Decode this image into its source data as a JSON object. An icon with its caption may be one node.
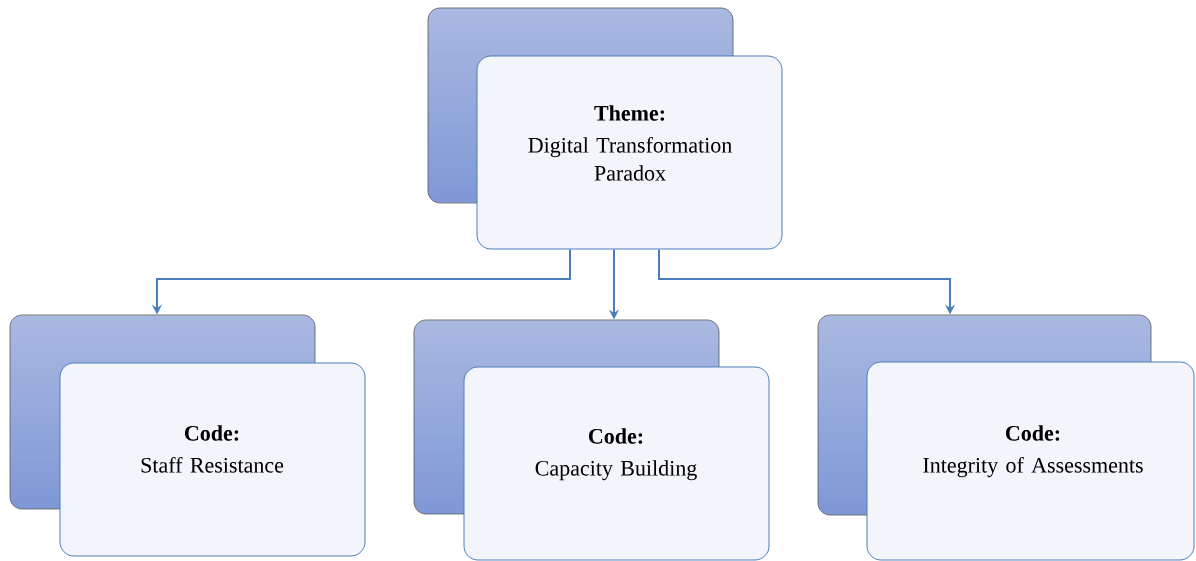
{
  "diagram": {
    "nodes": [
      {
        "text": [],
        "shape": "box"
      },
      {
        "text": [
          "Theme:",
          "Digital Transformation Paradox"
        ]
      },
      {
        "text": [],
        "shape": "box"
      },
      {
        "text": [
          "Code:",
          "Staff Resistance"
        ]
      },
      {
        "text": [],
        "shape": "box"
      },
      {
        "text": [
          "Code:",
          "Capacity Building"
        ]
      },
      {
        "text": [],
        "shape": "box"
      },
      {
        "text": [
          "Code:",
          "Integrity of Assessments"
        ]
      }
    ],
    "edges": [
      {
        "from": 1,
        "to": 2,
        "arrow": "to"
      },
      {
        "from": 1,
        "to": 4,
        "arrow": "to"
      },
      {
        "from": 1,
        "to": 6,
        "arrow": "to"
      }
    ]
  }
}
